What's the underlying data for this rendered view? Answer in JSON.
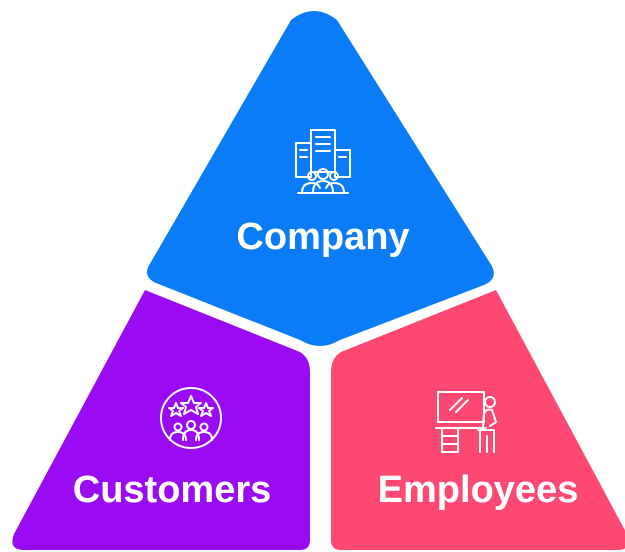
{
  "segments": {
    "company": {
      "label": "Company",
      "color": "#0A7CF8",
      "icon": "office-building-team-icon"
    },
    "customers": {
      "label": "Customers",
      "color": "#9A0BF4",
      "icon": "customer-stars-rating-icon"
    },
    "employees": {
      "label": "Employees",
      "color": "#FD4871",
      "icon": "employee-at-desk-icon"
    }
  }
}
